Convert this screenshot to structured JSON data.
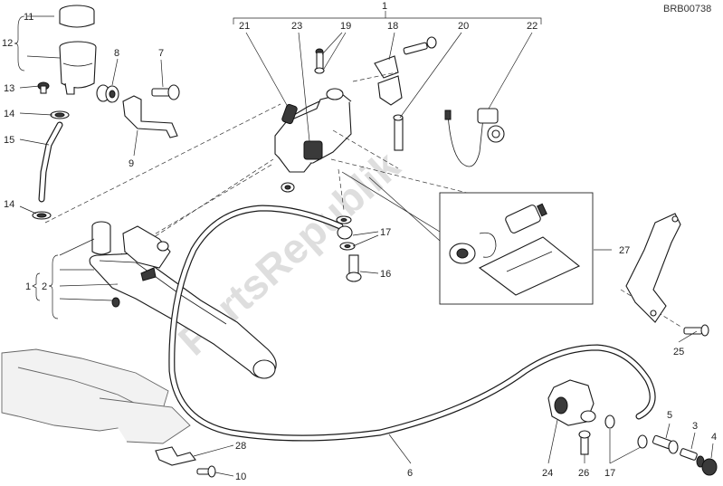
{
  "diagram": {
    "code": "BRB00738",
    "watermark": "PartsRepublik",
    "callouts": {
      "c1": "1",
      "c2": "2",
      "c3": "3",
      "c4": "4",
      "c5": "5",
      "c6": "6",
      "c7": "7",
      "c8": "8",
      "c9": "9",
      "c10": "10",
      "c11": "11",
      "c12": "12",
      "c13": "13",
      "c14a": "14",
      "c14b": "14",
      "c15": "15",
      "c16": "16",
      "c17a": "17",
      "c17b": "17",
      "c18": "18",
      "c19": "19",
      "c20": "20",
      "c21": "21",
      "c22": "22",
      "c23": "23",
      "c24": "24",
      "c25": "25",
      "c26": "26",
      "c27": "27",
      "c28": "28",
      "c1b": "1"
    }
  }
}
